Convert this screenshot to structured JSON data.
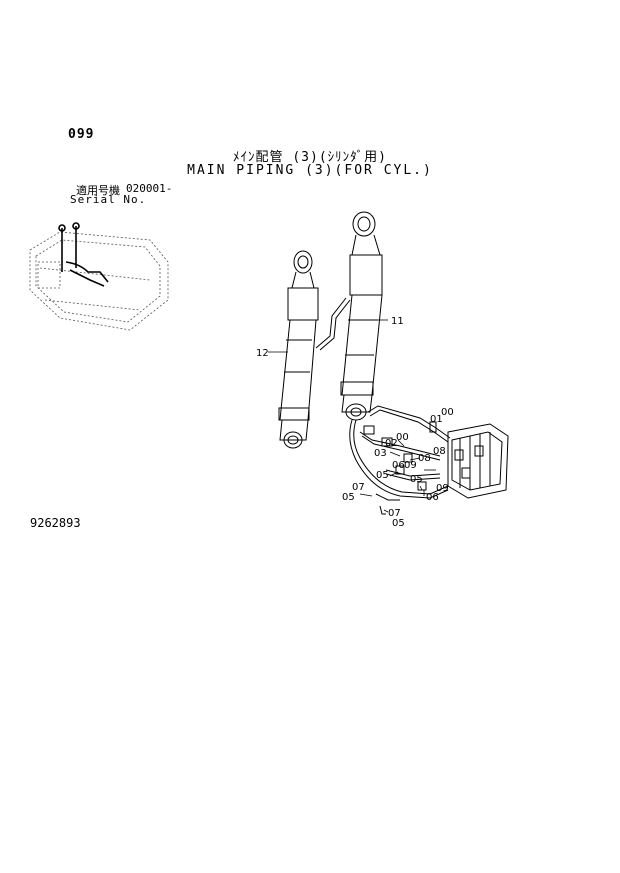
{
  "page_number": "099",
  "title": {
    "jp": "ﾒｲﾝ配管 (3)(ｼﾘﾝﾀﾞ用)",
    "en": "MAIN PIPING (3)(FOR CYL.)"
  },
  "serial": {
    "label_jp": "適用号機",
    "range": "020001-",
    "label_en": "Serial No."
  },
  "drawing_number": "9262893",
  "callouts": {
    "c11": "11",
    "c12": "12",
    "c01": "01",
    "c00a": "00",
    "c02": "02",
    "c00b": "00",
    "c03": "03",
    "c08a": "08",
    "c06a": "06",
    "c09a": "09",
    "c08b": "08",
    "c05a": "05",
    "c05b": "05",
    "c09b": "09",
    "c07a": "07",
    "c05c": "05",
    "c06b": "06",
    "c07b": "07",
    "c05d": "05"
  }
}
